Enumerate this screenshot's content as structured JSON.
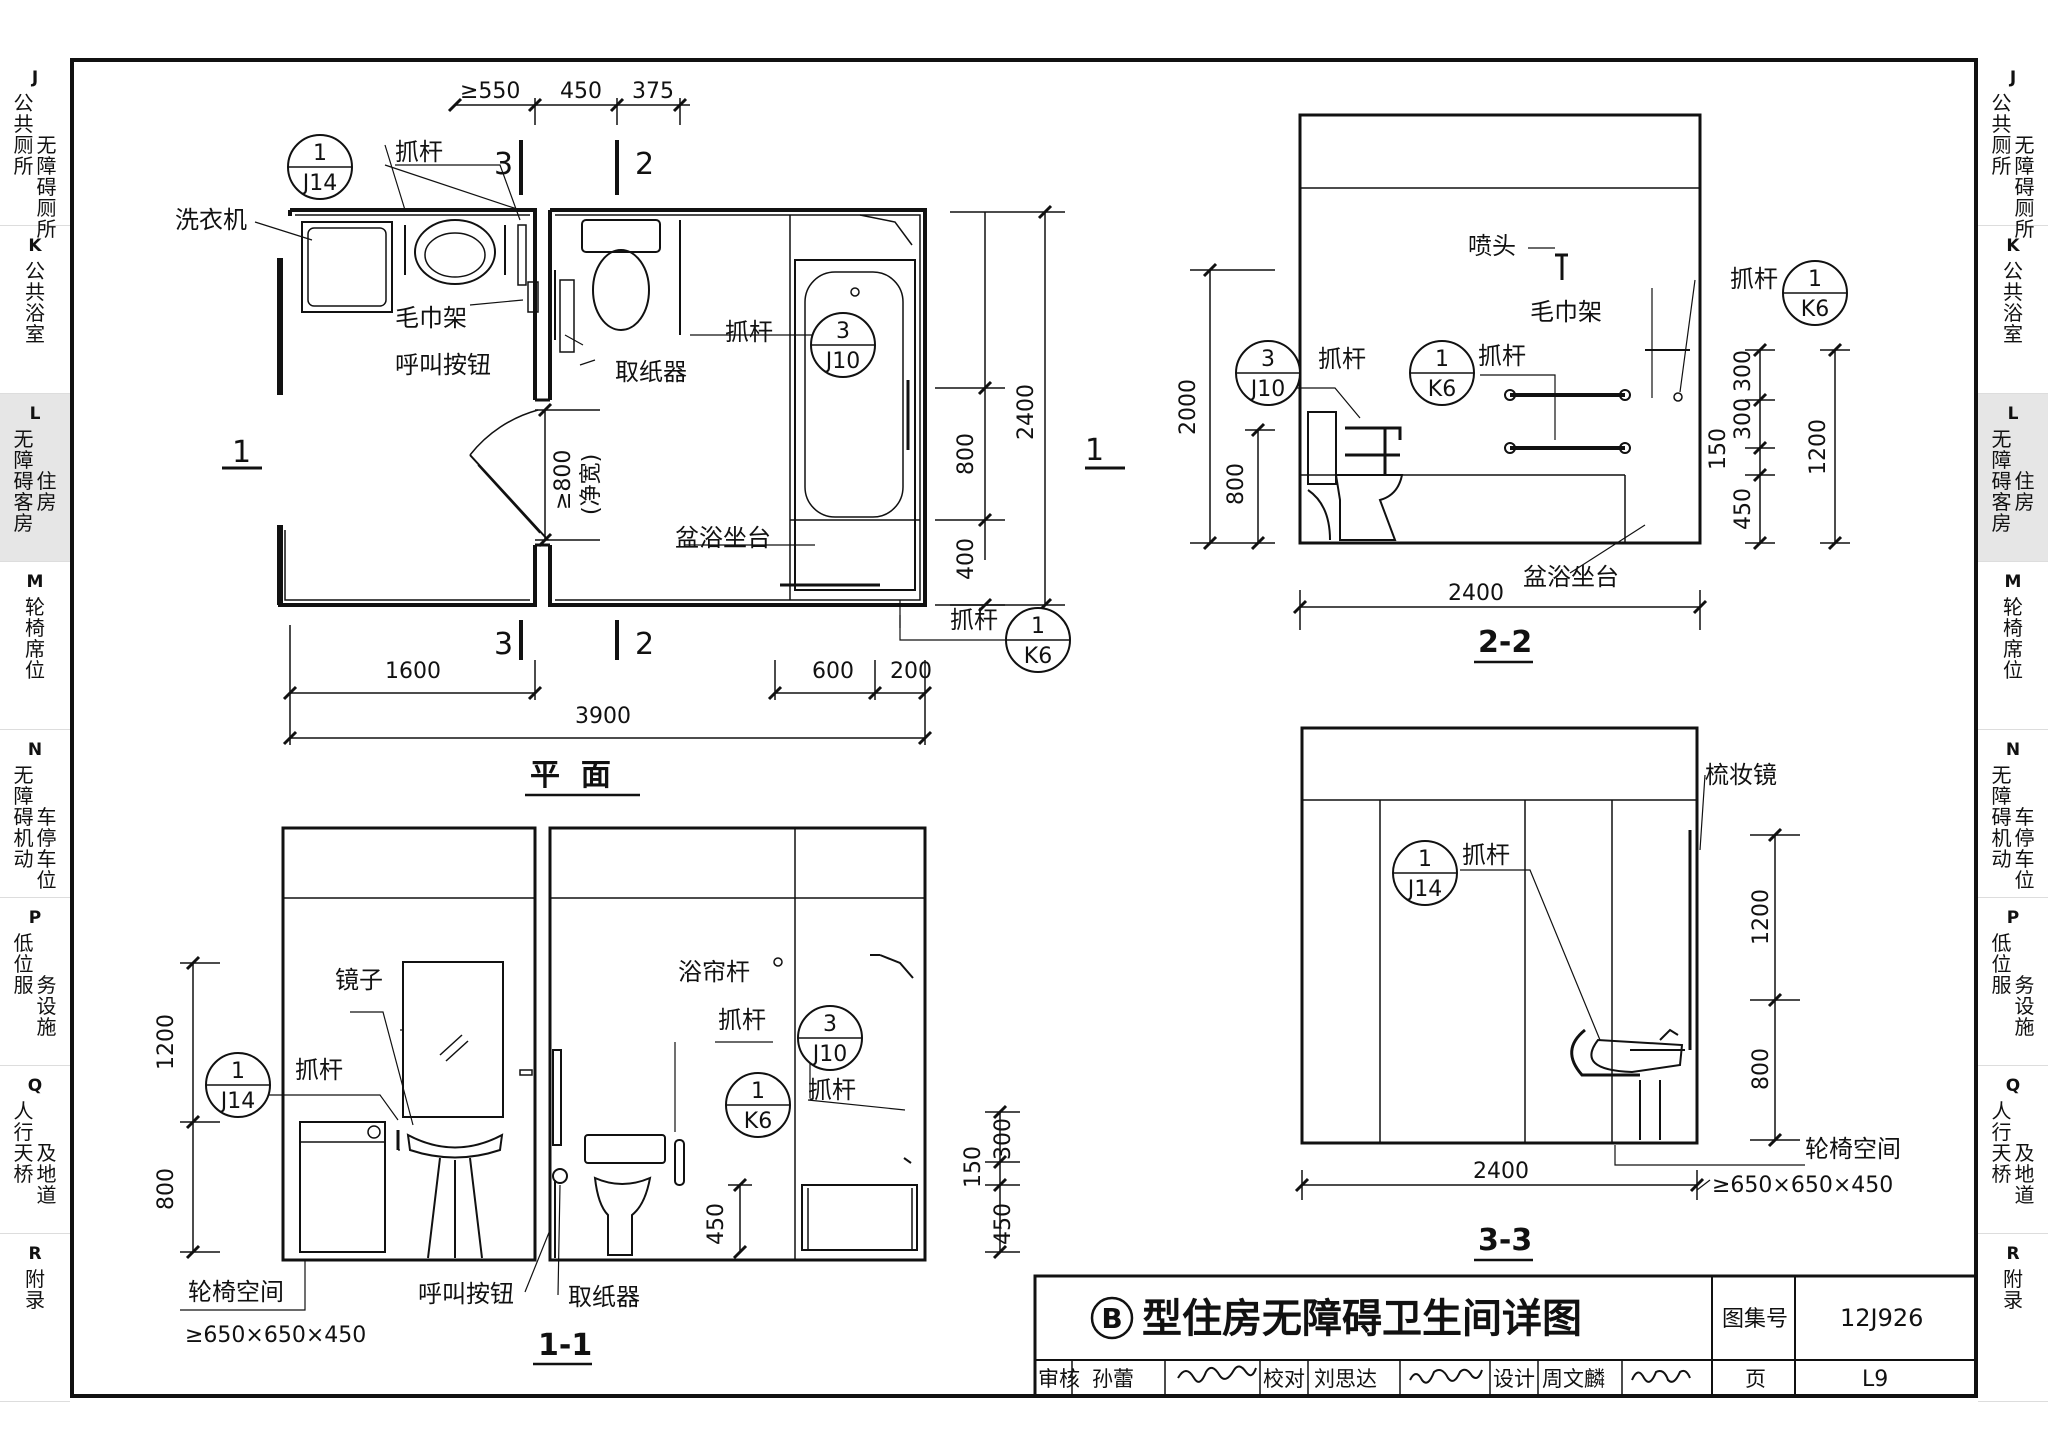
{
  "sidebar": {
    "tabs": [
      {
        "letter": "J",
        "lines": [
          "无障碍厕所",
          "公共厕所"
        ]
      },
      {
        "letter": "K",
        "lines": [
          "公共浴室"
        ]
      },
      {
        "letter": "L",
        "lines": [
          "住房",
          "无障碍客房"
        ],
        "active": true
      },
      {
        "letter": "M",
        "lines": [
          "轮椅席位"
        ]
      },
      {
        "letter": "N",
        "lines": [
          "车停车位",
          "无障碍机动"
        ]
      },
      {
        "letter": "P",
        "lines": [
          "务设施",
          "低位服"
        ]
      },
      {
        "letter": "Q",
        "lines": [
          "及地道",
          "人行天桥"
        ]
      },
      {
        "letter": "R",
        "lines": [
          "附录"
        ]
      }
    ]
  },
  "plan": {
    "title": "平  面",
    "dims_top": [
      "≥550",
      "450",
      "375"
    ],
    "dims_bottom": [
      "1600",
      "600",
      "200"
    ],
    "dim_total": "3900",
    "dims_right": [
      "2400",
      "800",
      "400"
    ],
    "clear_width": "≥800",
    "clear_width_note": "(净宽)",
    "section_marks": {
      "s1": "1",
      "s2": "2",
      "s3": "3"
    },
    "labels": {
      "washer": "洗衣机",
      "grab_bar": "抓杆",
      "towel_rack": "毛巾架",
      "call_button": "呼叫按钮",
      "paper_holder": "取纸器",
      "tub_seat": "盆浴坐台"
    }
  },
  "refs": {
    "j14": {
      "num": "1",
      "sheet": "J14"
    },
    "j10": {
      "num": "3",
      "sheet": "J10"
    },
    "k6": {
      "num": "1",
      "sheet": "K6"
    }
  },
  "section11": {
    "title": "1-1",
    "dims_left": [
      "1200",
      "800"
    ],
    "dims_right": [
      "300",
      "150",
      "450"
    ],
    "dim_seat": "450",
    "labels": {
      "mirror": "镜子",
      "grab_bar": "抓杆",
      "curtain_rod": "浴帘杆",
      "wheelchair_space": "轮椅空间",
      "space_size": "≥650×650×450",
      "call_button": "呼叫按钮",
      "paper_holder": "取纸器"
    }
  },
  "section22": {
    "title": "2-2",
    "dim_width": "2400",
    "dims_left": [
      "2000",
      "800"
    ],
    "dims_right_inner": [
      "300",
      "300",
      "150",
      "450"
    ],
    "dim_right_total": "1200",
    "labels": {
      "shower": "喷头",
      "towel_rack": "毛巾架",
      "grab_bar": "抓杆",
      "tub_seat": "盆浴坐台"
    }
  },
  "section33": {
    "title": "3-3",
    "dim_width": "2400",
    "dims_right": [
      "1200",
      "800"
    ],
    "labels": {
      "vanity_mirror": "梳妆镜",
      "grab_bar": "抓杆",
      "wheelchair_space": "轮椅空间",
      "space_size": "≥650×650×450"
    }
  },
  "titleblock": {
    "type_letter": "B",
    "title": "型住房无障碍卫生间详图",
    "atlas_label": "图集号",
    "atlas_no": "12J926",
    "review_label": "审核",
    "reviewer": "孙蕾",
    "check_label": "校对",
    "checker": "刘思达",
    "design_label": "设计",
    "designer": "周文麟",
    "page_label": "页",
    "page_no": "L9"
  }
}
